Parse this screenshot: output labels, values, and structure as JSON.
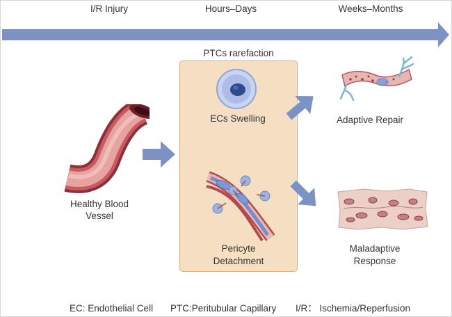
{
  "timeline": {
    "stage_1": "I/R Injury",
    "stage_2": "Hours–Days",
    "stage_3": "Weeks–Months",
    "arrow_color": "#7b92c2"
  },
  "ptc_box": {
    "title": "PTCs rarefaction",
    "fill": "#f5dfc2",
    "border": "#dfaf72"
  },
  "nodes": {
    "healthy_vessel": {
      "line1": "Healthy Blood",
      "line2": "Vessel"
    },
    "ecs_swelling": "ECs Swelling",
    "pericyte_detachment": {
      "line1": "Pericyte",
      "line2": "Detachment"
    },
    "adaptive_repair": "Adaptive Repair",
    "maladaptive_response": {
      "line1": "Maladaptive",
      "line2": "Response"
    }
  },
  "footer": {
    "legend_1": "EC: Endothelial Cell",
    "legend_2": "PTC:Peritubular Capillary",
    "legend_3": "I/R： Ischemia/Reperfusion"
  },
  "colors": {
    "process_arrow": "#7b92c2",
    "vessel": "#a8434a",
    "cell": "#9fb3df",
    "tissue": "#e8c6bd"
  },
  "icons": [
    "healthy-blood-vessel-illustration",
    "swollen-endothelial-cell-illustration",
    "pericyte-detachment-illustration",
    "adaptive-repair-capillary-illustration",
    "maladaptive-fibrotic-tissue-illustration"
  ]
}
